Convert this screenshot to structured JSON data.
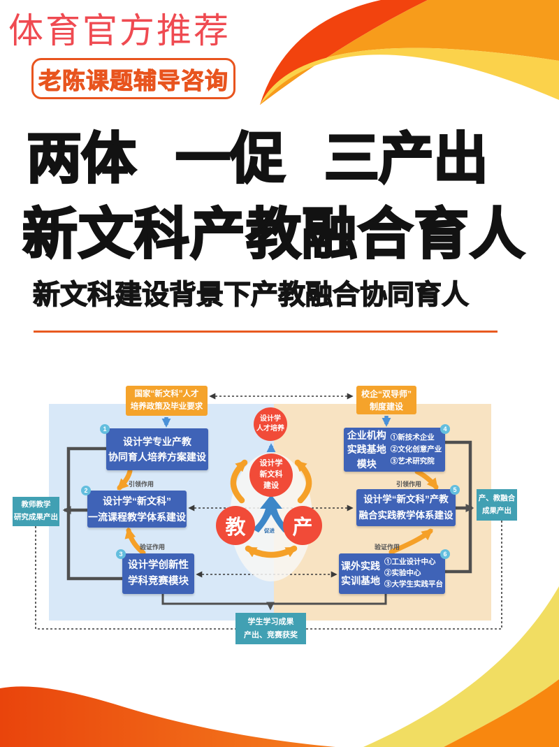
{
  "watermark": "体育官方推荐",
  "badge": "老陈课题辅导咨询",
  "title_line1": "两体 一促 三产出",
  "title_line2": "新文科产教融合育人",
  "subtitle": "新文科建设背景下产教融合协同育人",
  "colors": {
    "accent_orange": "#e8541e",
    "watermark_red": "#ef4a51",
    "box_blue": "#3f63b7",
    "box_orange": "#f5a32b",
    "box_teal": "#41a0b3",
    "circle_red": "#f14b38",
    "bg_left": "#d8e8f8",
    "bg_right": "#f8e3c2"
  },
  "diagram": {
    "policy_left": {
      "line1": "国家“新文科”人才",
      "line2": "培养政策及毕业要求"
    },
    "policy_right": {
      "line1": "校企“双导师”",
      "line2": "制度建设"
    },
    "box1": {
      "num": "1",
      "line1": "设计学专业产教",
      "line2": "协同育人培养方案建设"
    },
    "box2": {
      "num": "2",
      "line1": "设计学“新文科”",
      "line2": "一流课程教学体系建设"
    },
    "box3": {
      "num": "3",
      "line1": "设计学创新性",
      "line2": "学科竞赛模块"
    },
    "box4": {
      "num": "4",
      "title1": "企业机构",
      "title2": "实践基地",
      "title3": "模块",
      "items": [
        "①新技术企业",
        "②文化创意产业",
        "③艺术研究院"
      ]
    },
    "box5": {
      "num": "5",
      "line1": "设计学“新文科”产教",
      "line2": "融合实践教学体系建设"
    },
    "box6": {
      "num": "6",
      "title1": "课外实践",
      "title2": "实训基地",
      "items": [
        "①工业设计中心",
        "②实验中心",
        "③大学生实践平台"
      ]
    },
    "teal_left": {
      "line1": "教师教学",
      "line2": "研究成果产出"
    },
    "teal_right": {
      "line1": "产、教融合",
      "line2": "成果产出"
    },
    "teal_bottom": {
      "line1": "学生学习成果",
      "line2": "产出、竞赛获奖"
    },
    "center": {
      "talent": {
        "line1": "设计学",
        "line2": "人才培养"
      },
      "construction": {
        "line1": "设计学",
        "line2": "新文科",
        "line3": "建设"
      },
      "teach": "教",
      "produce": "产",
      "promote": "促进"
    },
    "labels": {
      "lead": "引领作用",
      "verify": "验证作用"
    }
  }
}
